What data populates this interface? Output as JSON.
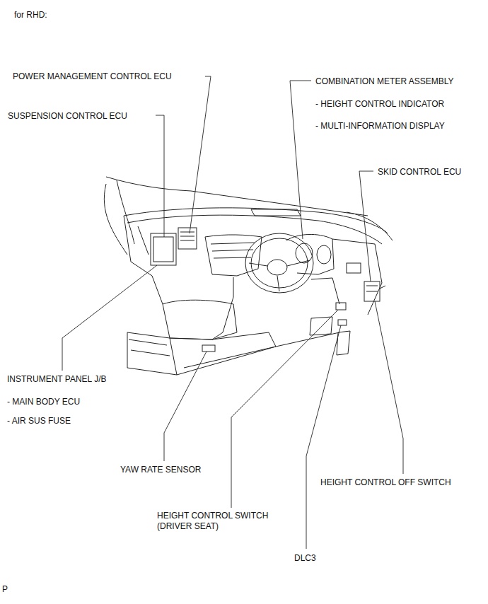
{
  "diagram": {
    "title": "for RHD:",
    "labels": [
      "POWER MANAGEMENT CONTROL ECU",
      "SUSPENSION CONTROL ECU",
      "COMBINATION METER ASSEMBLY",
      "- HEIGHT CONTROL INDICATOR",
      "- MULTI-INFORMATION DISPLAY",
      "SKID CONTROL ECU",
      "INSTRUMENT PANEL J/B",
      "- MAIN BODY ECU",
      "- AIR SUS FUSE",
      "YAW RATE SENSOR",
      "HEIGHT CONTROL SWITCH (DRIVER SEAT)",
      "DLC3",
      "HEIGHT CONTROL OFF SWITCH",
      "P"
    ]
  }
}
